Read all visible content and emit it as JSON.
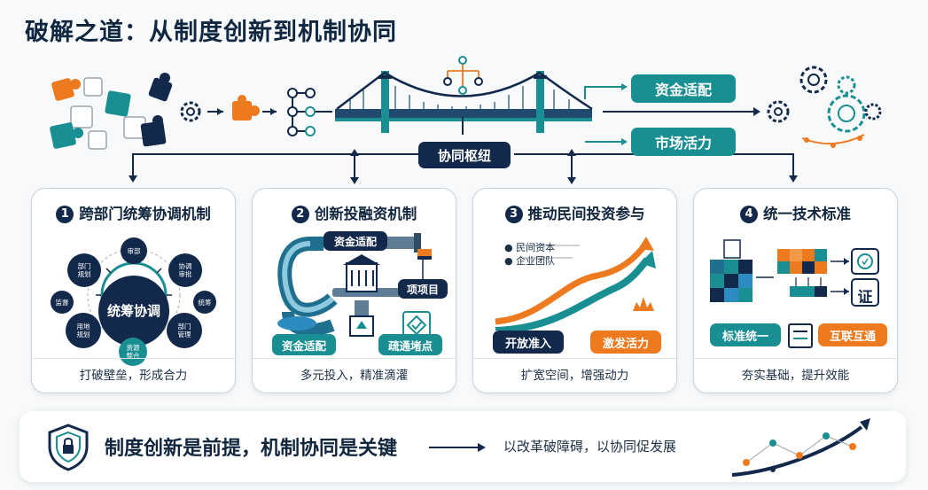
{
  "title": "破解之道：从制度创新到机制协同",
  "hub": {
    "center_label": "协同枢纽",
    "outputs": [
      "资金适配",
      "市场活力"
    ]
  },
  "cards": [
    {
      "number": "1",
      "title": "跨部门统筹协调机制",
      "center": "统筹协调",
      "nodes": [
        "审部",
        "部门\n规划",
        "协调\n审批",
        "监督",
        "统筹",
        "用地\n规划",
        "部门\n管理",
        "资源\n整合"
      ],
      "footer": "打破壁垒，形成合力"
    },
    {
      "number": "2",
      "title": "创新投融资机制",
      "labels": {
        "top": "资金适配",
        "right": "项项目",
        "bottom_left": "资金适配",
        "bottom_right": "疏通堵点"
      },
      "footer": "多元投入，精准滴灌"
    },
    {
      "number": "3",
      "title": "推动民间投资参与",
      "legend": [
        "民间资本",
        "企业团队"
      ],
      "buttons": [
        "开放准入",
        "激发活力"
      ],
      "footer": "扩宽空间，增强动力"
    },
    {
      "number": "4",
      "title": "统一技术标准",
      "labels": {
        "cert": "证",
        "standard": "标准统一",
        "interop": "互联互通"
      },
      "footer": "夯实基础，提升效能"
    }
  ],
  "bottom": {
    "statement": "制度创新是前提，机制协同是关键",
    "result": "以改革破障碍，以协同促发展"
  },
  "colors": {
    "navy": "#13294b",
    "teal": "#1a8f93",
    "orange": "#ee7a1f"
  }
}
